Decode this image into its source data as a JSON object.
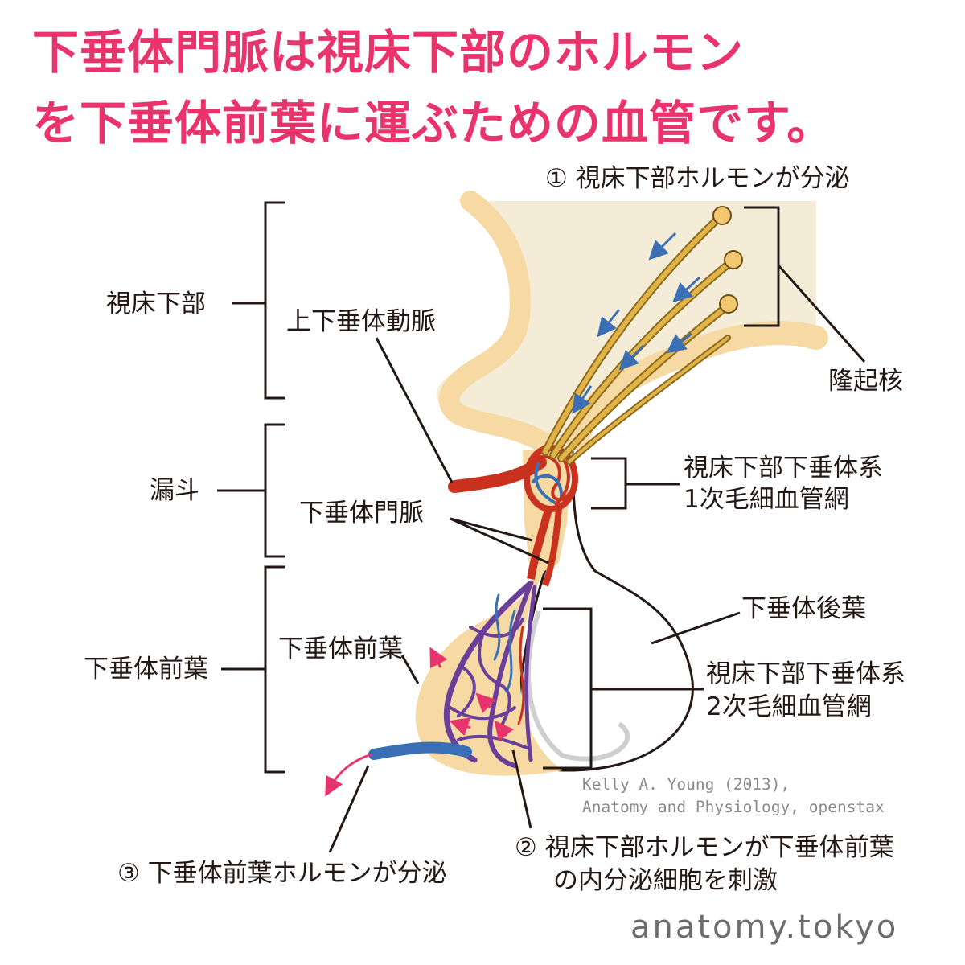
{
  "title": {
    "line1": "下垂体門脈は視床下部のホルモン",
    "line2": "を下垂体前葉に運ぶための血管です。"
  },
  "labels": {
    "step1": "① 視床下部ホルモンが分泌",
    "hypothalamus": "視床下部",
    "superior_artery": "上下垂体動脈",
    "tuberal_nucleus": "隆起核",
    "infundibulum": "漏斗",
    "primary_plexus_l1": "視床下部下垂体系",
    "primary_plexus_l2": "1次毛細血管網",
    "portal_vein": "下垂体門脈",
    "posterior_lobe": "下垂体後葉",
    "anterior_lobe_inner": "下垂体前葉",
    "anterior_lobe_bracket": "下垂体前葉",
    "secondary_plexus_l1": "視床下部下垂体系",
    "secondary_plexus_l2": "2次毛細血管網",
    "credit_l1": "Kelly A. Young (2013),",
    "credit_l2": "Anatomy and Physiology, openstax",
    "step2_l1": "② 視床下部ホルモンが下垂体前葉",
    "step2_l2": "の内分泌細胞を刺激",
    "step3": "③ 下垂体前葉ホルモンが分泌",
    "site": "anatomy.tokyo"
  },
  "colors": {
    "title": "#e8336d",
    "artery": "#c8321e",
    "vein": "#3a6fb5",
    "plexus": "#6a3f9a",
    "tissue": "#f6d9a3",
    "tissue_light": "#f5ecd8",
    "axon": "#e2b447"
  }
}
